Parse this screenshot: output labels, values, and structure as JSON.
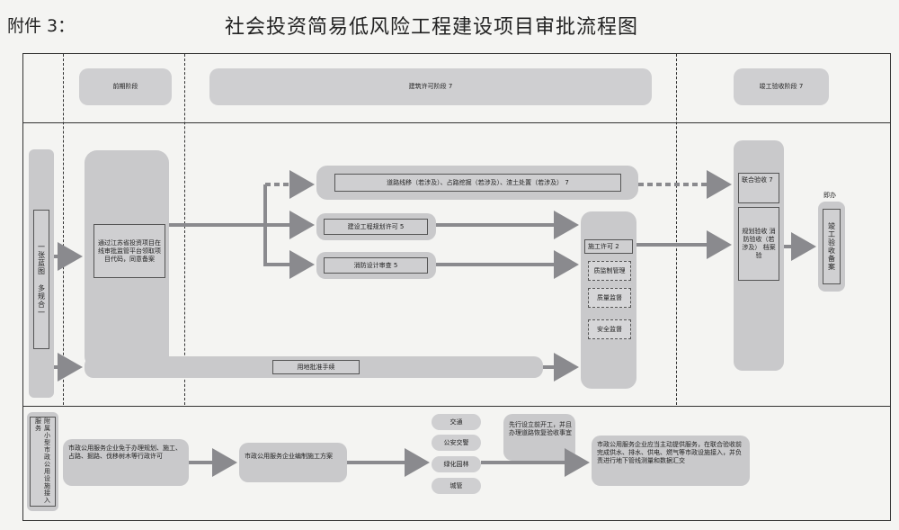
{
  "header": {
    "attachment": "附件 3：",
    "title": "社会投资简易低风险工程建设项目审批流程图"
  },
  "phases": {
    "prep": "前期阶段",
    "permit": "建筑许可阶段 7",
    "completion": "竣工验收阶段 7"
  },
  "main": {
    "left_col": "一张蓝图  多规合一",
    "project_code": "通过江苏省投资项目在线审批监管平台领取项目代码，同意备案",
    "road_permit": "道路线移（若涉及）、占路挖掘（若涉及）、渣土处置（若涉及） 7",
    "planning_permit": "建设工程规划许可 5",
    "fire_review": "消防设计审查 5",
    "land_approval": "用地批准手续",
    "construction_permit": "施工许可 2",
    "quality_mgmt": "质监制管理",
    "quality_supervision": "质量监督",
    "safety_supervision": "安全监督",
    "joint_acceptance": "联合验收 7",
    "acceptance_items": "规划验收 消防验收（若涉及） 档案验",
    "completion_filing": "竣工验收备案",
    "assist": "即办"
  },
  "service": {
    "left_col": "附属小型市政公用设施接入服务",
    "utility_permits": "市政公用服务企业免于办理规划、施工、占路、掘路、伐移树木等行政许可",
    "utility_plan": "市政公用服务企业编制施工方案",
    "traffic": "交通",
    "police": "公安交警",
    "greening": "绿化园林",
    "city_mgmt": "城管",
    "construct_first": "先行设立前开工，并且办理道路恢复验收事宜",
    "utility_service": "市政公用服务企业应当主动提供服务，在联合验收前完成供水、排水、供电、燃气等市政设施接入，并负责进行地下管线测量和数据汇交"
  }
}
